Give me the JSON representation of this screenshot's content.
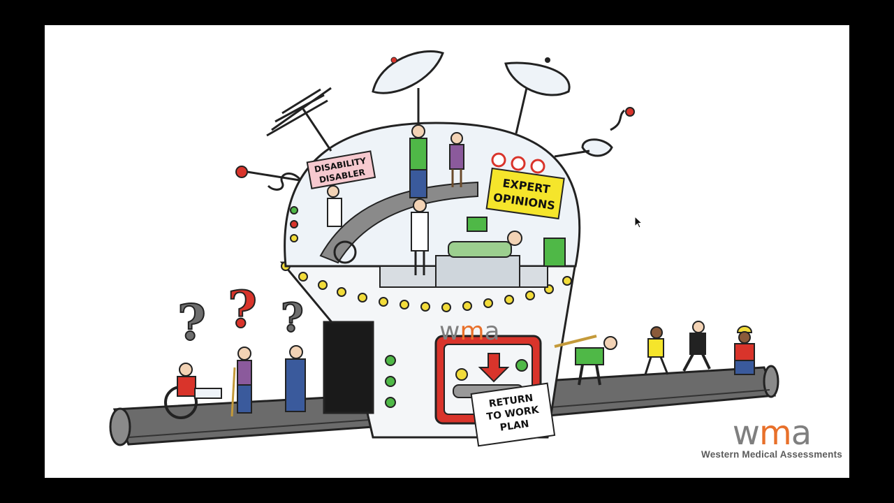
{
  "slide": {
    "background": "#ffffff",
    "frame_color": "#000000"
  },
  "illustration": {
    "signs": {
      "disability_disabler": [
        "DISABILITY",
        "DISABLER"
      ],
      "expert_opinions": [
        "EXPERT",
        "OPINIONS"
      ],
      "return_to_work_plan": [
        "RETURN",
        "TO WORK",
        "PLAN"
      ]
    },
    "machine_logo": {
      "w": "w",
      "m": "m",
      "a": "a"
    },
    "question_marks": [
      "?",
      "?",
      "?"
    ],
    "colors": {
      "belt": "#6b6b6b",
      "dome_glass": "#eef3f8",
      "sign_yellow": "#f5e52b",
      "sign_pink": "#f6c9cf",
      "lights": "#f2dc3a",
      "red_accent": "#d9342b",
      "qmark_gray": "#6e6e6e",
      "qmark_red": "#d9342b"
    },
    "icons": [
      "antenna-icon",
      "satellite-dish-icon",
      "wheelchair-icon",
      "crutch-icon",
      "arrow-down-icon"
    ]
  },
  "logo": {
    "w": "w",
    "m": "m",
    "a": "a",
    "name": "Western Medical Assessments",
    "colors": {
      "gray": "#7f7f7f",
      "orange": "#e8702a"
    }
  },
  "cursor": {
    "icon": "mouse-pointer-icon"
  }
}
